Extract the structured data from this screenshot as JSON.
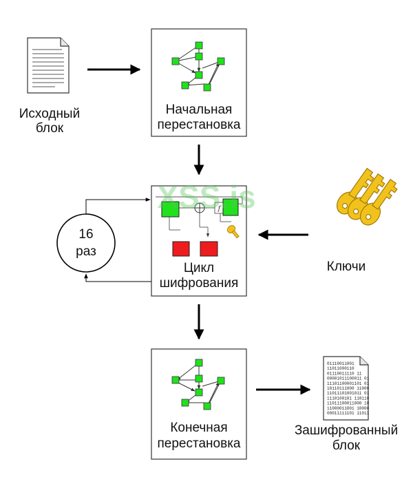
{
  "labels": {
    "source_line1": "Исходный",
    "source_line2": "блок",
    "initial_line1": "Начальная",
    "initial_line2": "перестановка",
    "rounds_number": "16",
    "rounds_unit": "раз",
    "cycle_line1": "Цикл",
    "cycle_line2": "шифрования",
    "keys": "Ключи",
    "final_line1": "Конечная",
    "final_line2": "перестановка",
    "encrypted_line1": "Зашифрованный",
    "encrypted_line2": "блок",
    "function_symbol": "f"
  },
  "watermark": "XSS.is",
  "binary_lines": [
    "01110011001",
    "11011000110",
    "01110011110 11",
    "00001011100011 01",
    "11101100001101 01",
    "10110111000 11000",
    "11011101001011 01",
    "1110100101 110110",
    "11011100011000 10",
    "11000011001 10000",
    "00011111101 11011"
  ],
  "colors": {
    "node_green": "#22e01e",
    "block_red": "#ee1c1c",
    "key_gold": "#f2c21c",
    "key_outline": "#a27a08",
    "watermark_green": "#58c458"
  }
}
